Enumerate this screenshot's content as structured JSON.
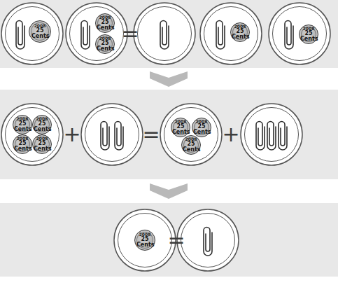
{
  "diagram": {
    "nodes": [
      {},
      {
        "text": [
          "2008",
          "25 Cents"
        ],
        "in": 0
      },
      {},
      {
        "text": [
          "2008",
          "25 Cents"
        ],
        "in": 2
      },
      {
        "text": [
          "2008",
          "25 Cents"
        ],
        "in": 2
      },
      {},
      {},
      {
        "text": [
          "2008",
          "25 Cents"
        ],
        "in": 6
      },
      {},
      {
        "text": [
          "2008",
          "25 Cents"
        ],
        "in": 8
      },
      {},
      {
        "text": [
          "2008",
          "25 Cents"
        ],
        "in": 10
      },
      {
        "text": [
          "2008",
          "25 Cents"
        ],
        "in": 10
      },
      {
        "text": [
          "2008",
          "25 Cents"
        ],
        "in": 10
      },
      {
        "text": [
          "2008",
          "25 Cents"
        ],
        "in": 10
      },
      {},
      {},
      {
        "text": [
          "2008",
          "25 Cents"
        ],
        "in": 16
      },
      {
        "text": [
          "2008",
          "25 Cents"
        ],
        "in": 16
      },
      {
        "text": [
          "2008",
          "25 Cents"
        ],
        "in": 16
      },
      {},
      {},
      {
        "text": [
          "2008",
          "25 Cents"
        ],
        "in": 21
      },
      {}
    ],
    "labels": [
      "=",
      "+",
      "=",
      "+",
      "="
    ]
  }
}
